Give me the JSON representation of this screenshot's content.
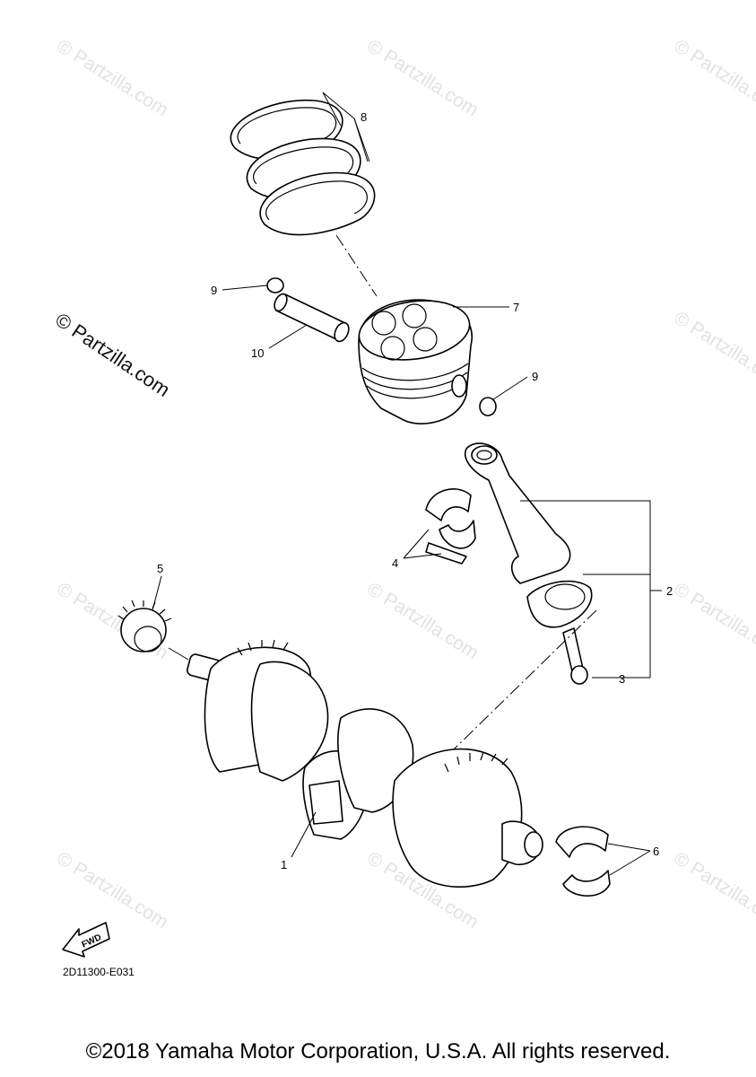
{
  "watermark": {
    "text": "© Partzilla.com",
    "primary_text": "© Partzilla.com"
  },
  "diagram_code": "2D11300-E031",
  "fwd_label": "FWD",
  "callouts": {
    "c1": "1",
    "c2": "2",
    "c3": "3",
    "c4": "4",
    "c5": "5",
    "c6": "6",
    "c7": "7",
    "c8": "8",
    "c9a": "9",
    "c9b": "9",
    "c10": "10"
  },
  "copyright": "©2018 Yamaha Motor Corporation, U.S.A. All rights reserved."
}
